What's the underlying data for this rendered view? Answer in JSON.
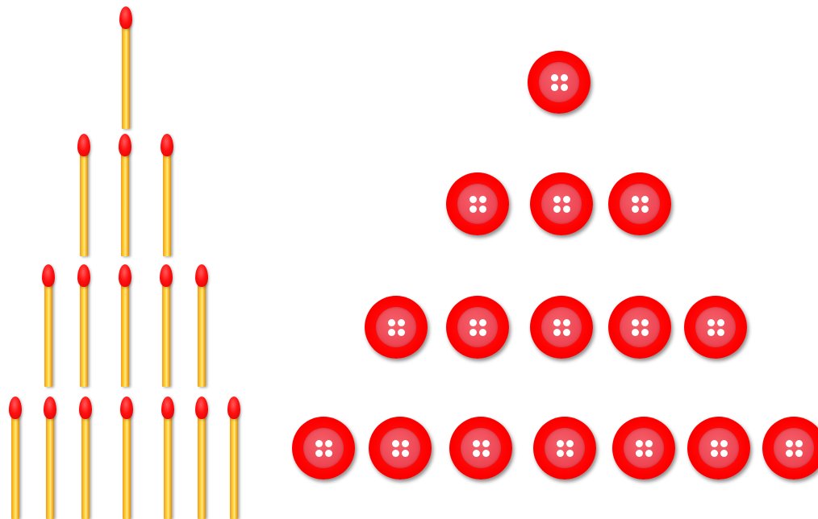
{
  "title": "",
  "colors": {
    "match_head": "#ff0000",
    "match_stick": "#ffd93a",
    "button": "#ff0000",
    "button_inner": "#ee4452",
    "button_hole": "#ffffff"
  },
  "icons": {
    "match": "matchstick-icon",
    "button": "four-hole-button-icon"
  },
  "matches": {
    "rows": [
      1,
      3,
      5,
      7
    ],
    "total": 16
  },
  "buttons": {
    "rows": [
      1,
      3,
      5,
      7
    ],
    "total": 16
  }
}
